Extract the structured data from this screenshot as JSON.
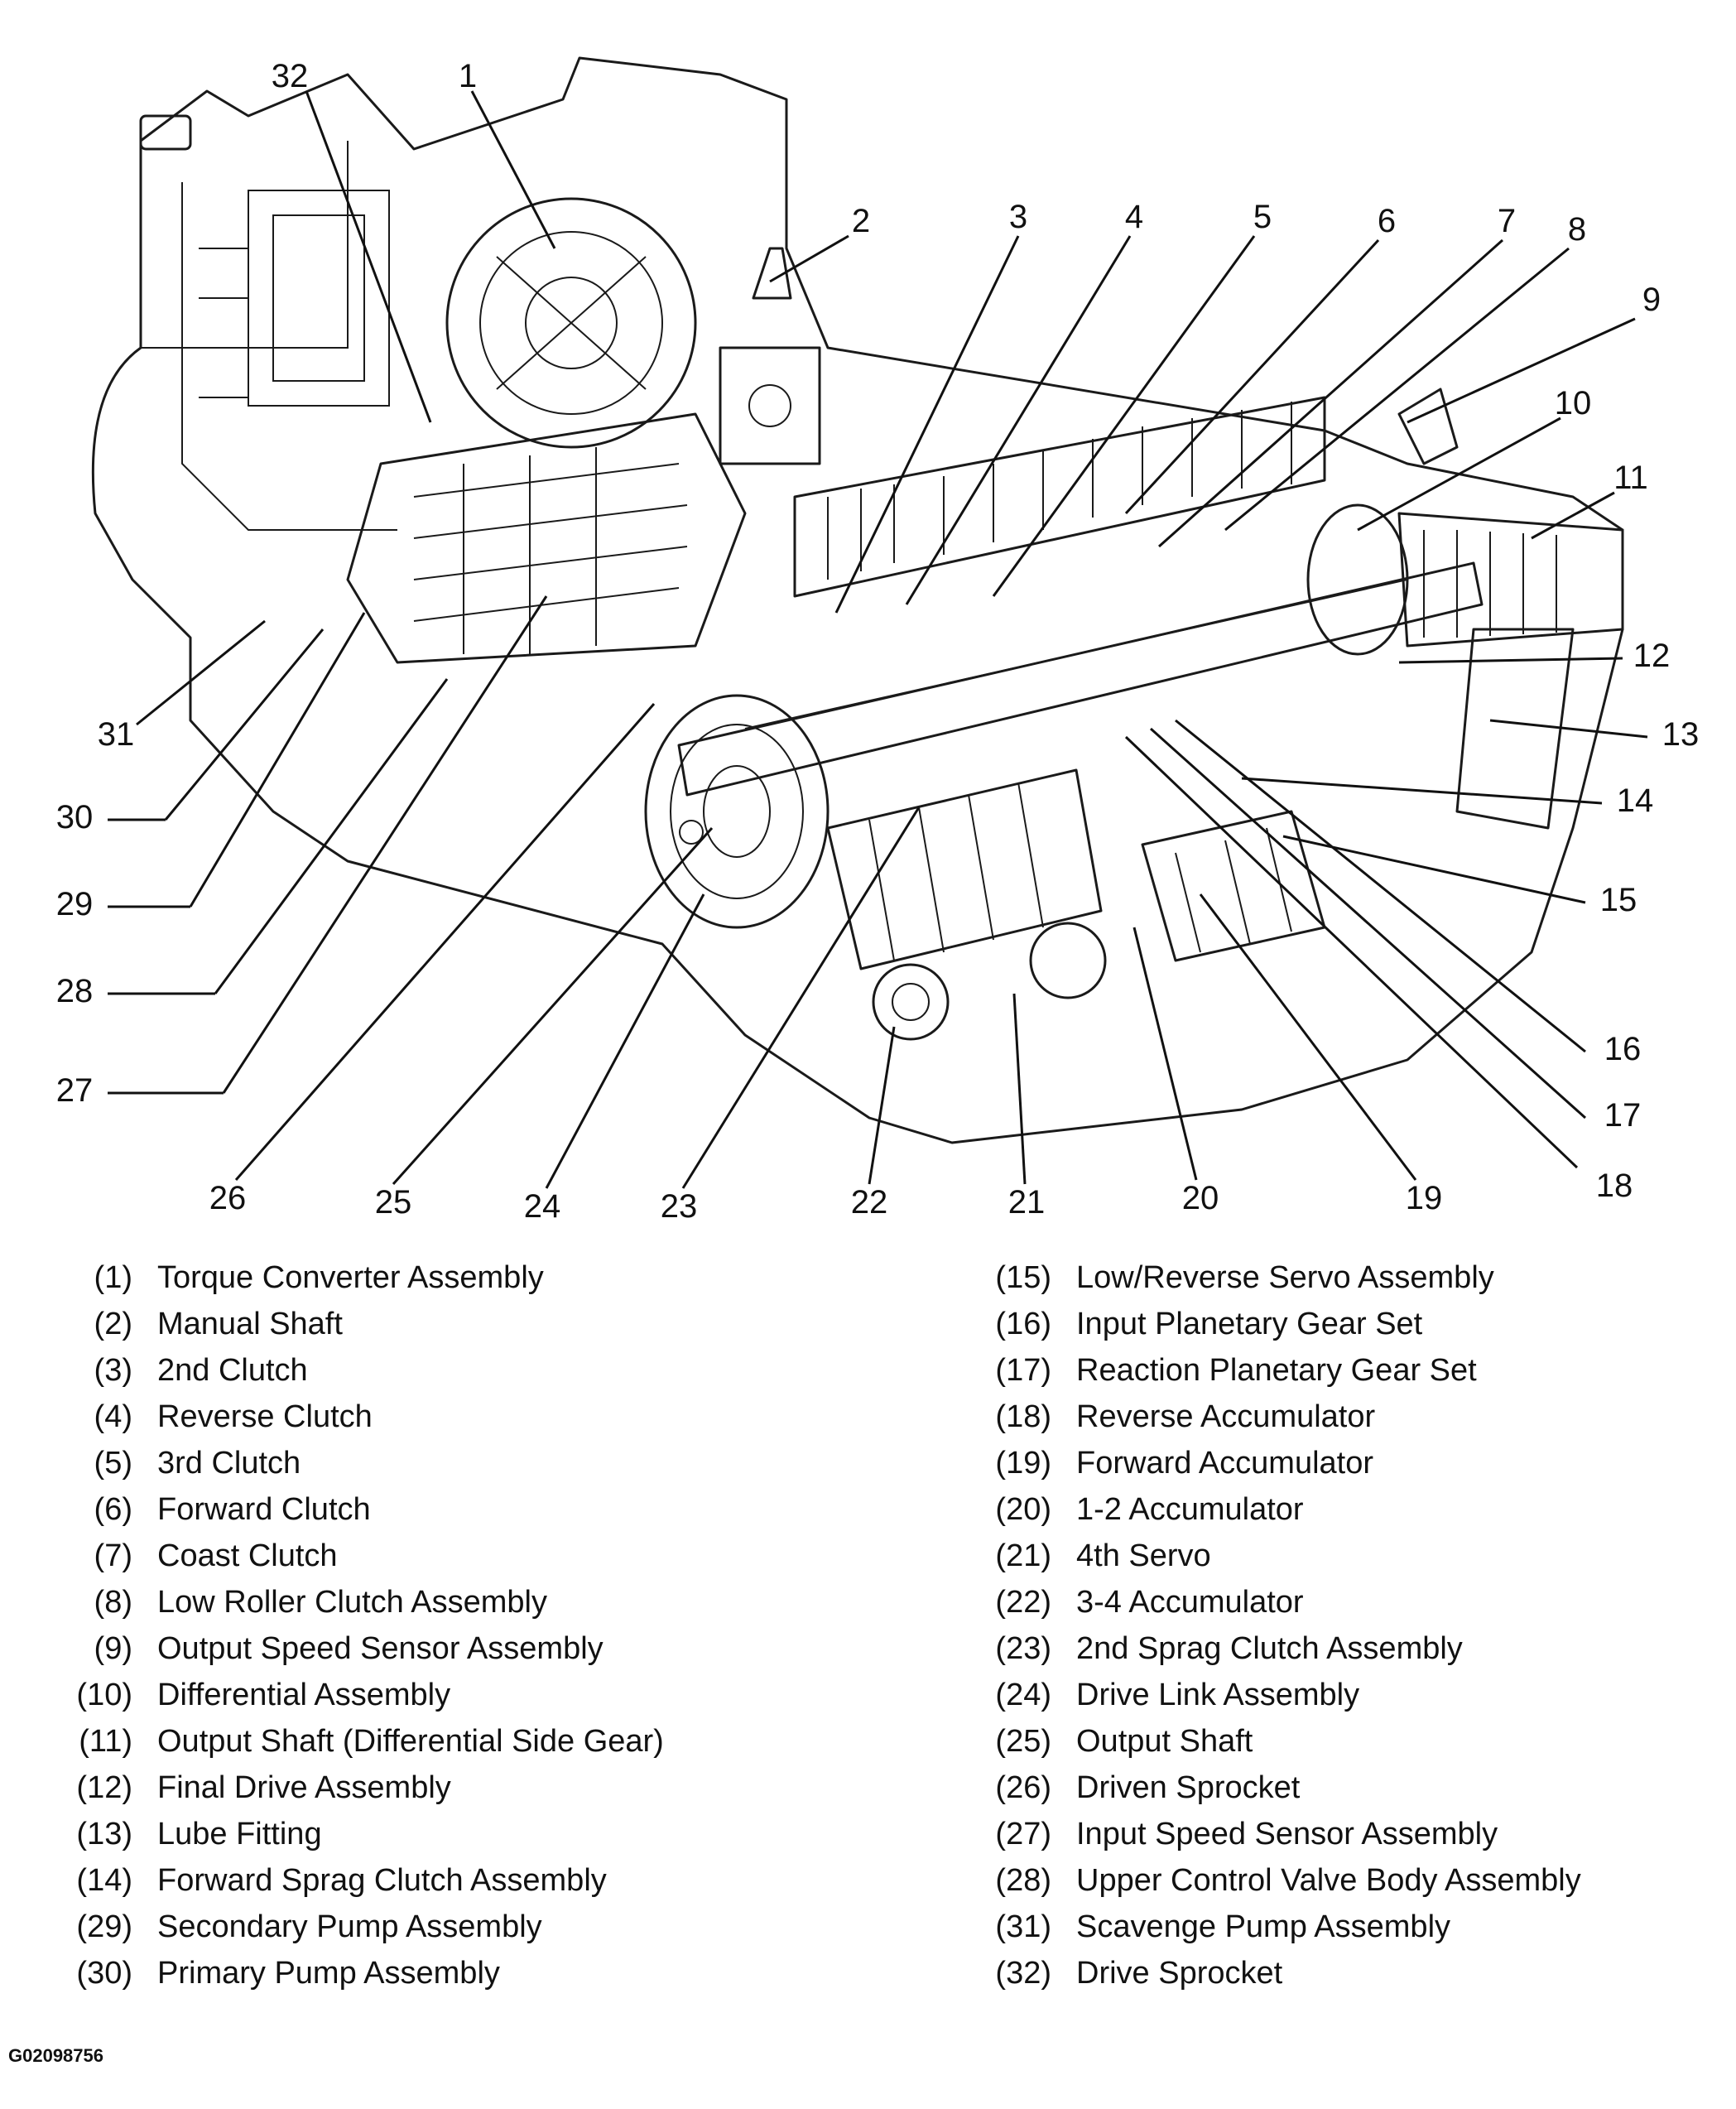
{
  "callouts": [
    "32",
    "1",
    "2",
    "3",
    "4",
    "5",
    "6",
    "7",
    "8",
    "9",
    "10",
    "11",
    "12",
    "13",
    "14",
    "15",
    "16",
    "17",
    "18",
    "19",
    "20",
    "21",
    "22",
    "23",
    "24",
    "25",
    "26",
    "27",
    "28",
    "29",
    "30",
    "31"
  ],
  "legend": {
    "left": [
      {
        "num": "(1)",
        "label": "Torque Converter Assembly"
      },
      {
        "num": "(2)",
        "label": "Manual Shaft"
      },
      {
        "num": "(3)",
        "label": "2nd Clutch"
      },
      {
        "num": "(4)",
        "label": "Reverse Clutch"
      },
      {
        "num": "(5)",
        "label": "3rd Clutch"
      },
      {
        "num": "(6)",
        "label": "Forward Clutch"
      },
      {
        "num": "(7)",
        "label": "Coast Clutch"
      },
      {
        "num": "(8)",
        "label": "Low Roller Clutch Assembly"
      },
      {
        "num": "(9)",
        "label": "Output Speed Sensor Assembly"
      },
      {
        "num": "(10)",
        "label": "Differential Assembly"
      },
      {
        "num": "(11)",
        "label": "Output Shaft (Differential Side Gear)"
      },
      {
        "num": "(12)",
        "label": "Final Drive Assembly"
      },
      {
        "num": "(13)",
        "label": "Lube Fitting"
      },
      {
        "num": "(14)",
        "label": "Forward Sprag Clutch Assembly"
      },
      {
        "num": "(29)",
        "label": "Secondary Pump Assembly"
      },
      {
        "num": "(30)",
        "label": "Primary Pump Assembly"
      }
    ],
    "right": [
      {
        "num": "(15)",
        "label": "Low/Reverse Servo Assembly"
      },
      {
        "num": "(16)",
        "label": "Input Planetary Gear Set"
      },
      {
        "num": "(17)",
        "label": "Reaction Planetary Gear Set"
      },
      {
        "num": "(18)",
        "label": "Reverse Accumulator"
      },
      {
        "num": "(19)",
        "label": "Forward Accumulator"
      },
      {
        "num": "(20)",
        "label": "1-2 Accumulator"
      },
      {
        "num": "(21)",
        "label": "4th  Servo"
      },
      {
        "num": "(22)",
        "label": "3-4 Accumulator"
      },
      {
        "num": "(23)",
        "label": "2nd Sprag Clutch Assembly"
      },
      {
        "num": "(24)",
        "label": "Drive Link Assembly"
      },
      {
        "num": "(25)",
        "label": "Output Shaft"
      },
      {
        "num": "(26)",
        "label": "Driven Sprocket"
      },
      {
        "num": "(27)",
        "label": "Input Speed Sensor Assembly"
      },
      {
        "num": "(28)",
        "label": "Upper Control Valve Body Assembly"
      },
      {
        "num": "(31)",
        "label": "Scavenge Pump Assembly"
      },
      {
        "num": "(32)",
        "label": "Drive Sprocket"
      }
    ]
  },
  "figure_id": "G02098756"
}
